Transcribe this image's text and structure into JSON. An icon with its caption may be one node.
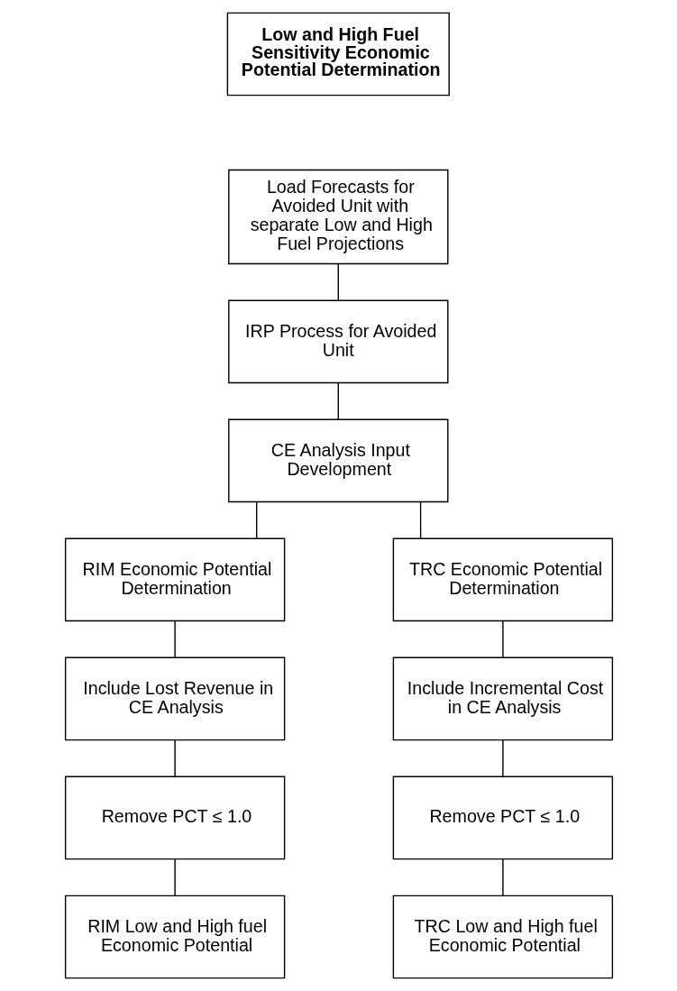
{
  "diagram": {
    "nodes": [
      {
        "text": [
          "Low and High Fuel Sensitivity Economic Potential Determination"
        ]
      },
      {
        "text": [
          "Load Forecasts for Avoided Unit with separate Low and High Fuel Projections"
        ]
      },
      {
        "text": [
          "IRP Process for Avoided Unit"
        ]
      },
      {
        "text": [
          "CE Analysis Input Development"
        ]
      },
      {
        "text": [
          "RIM Economic Potential Determination"
        ]
      },
      {
        "text": [
          "Include Lost Revenue in CE Analysis"
        ]
      },
      {
        "text": [
          "Remove PCT ≤ 1.0"
        ]
      },
      {
        "text": [
          "RIM Low and High fuel Economic Potential"
        ]
      },
      {
        "text": [
          "TRC Economic Potential Determination"
        ]
      },
      {
        "text": [
          "Include Incremental Cost in CE Analysis"
        ]
      },
      {
        "text": [
          "Remove PCT ≤ 1.0"
        ]
      },
      {
        "text": [
          "TRC Low and High fuel Economic Potential"
        ]
      }
    ],
    "edges": [
      {
        "from": 1,
        "to": 2,
        "arrow": "none"
      },
      {
        "from": 2,
        "to": 3,
        "arrow": "none"
      },
      {
        "from": 3,
        "to": 4,
        "arrow": "none"
      },
      {
        "from": 3,
        "to": 8,
        "arrow": "none"
      },
      {
        "from": 4,
        "to": 5,
        "arrow": "none"
      },
      {
        "from": 5,
        "to": 6,
        "arrow": "none"
      },
      {
        "from": 6,
        "to": 7,
        "arrow": "none"
      },
      {
        "from": 8,
        "to": 9,
        "arrow": "none"
      },
      {
        "from": 9,
        "to": 10,
        "arrow": "none"
      },
      {
        "from": 10,
        "to": 11,
        "arrow": "none"
      }
    ]
  }
}
